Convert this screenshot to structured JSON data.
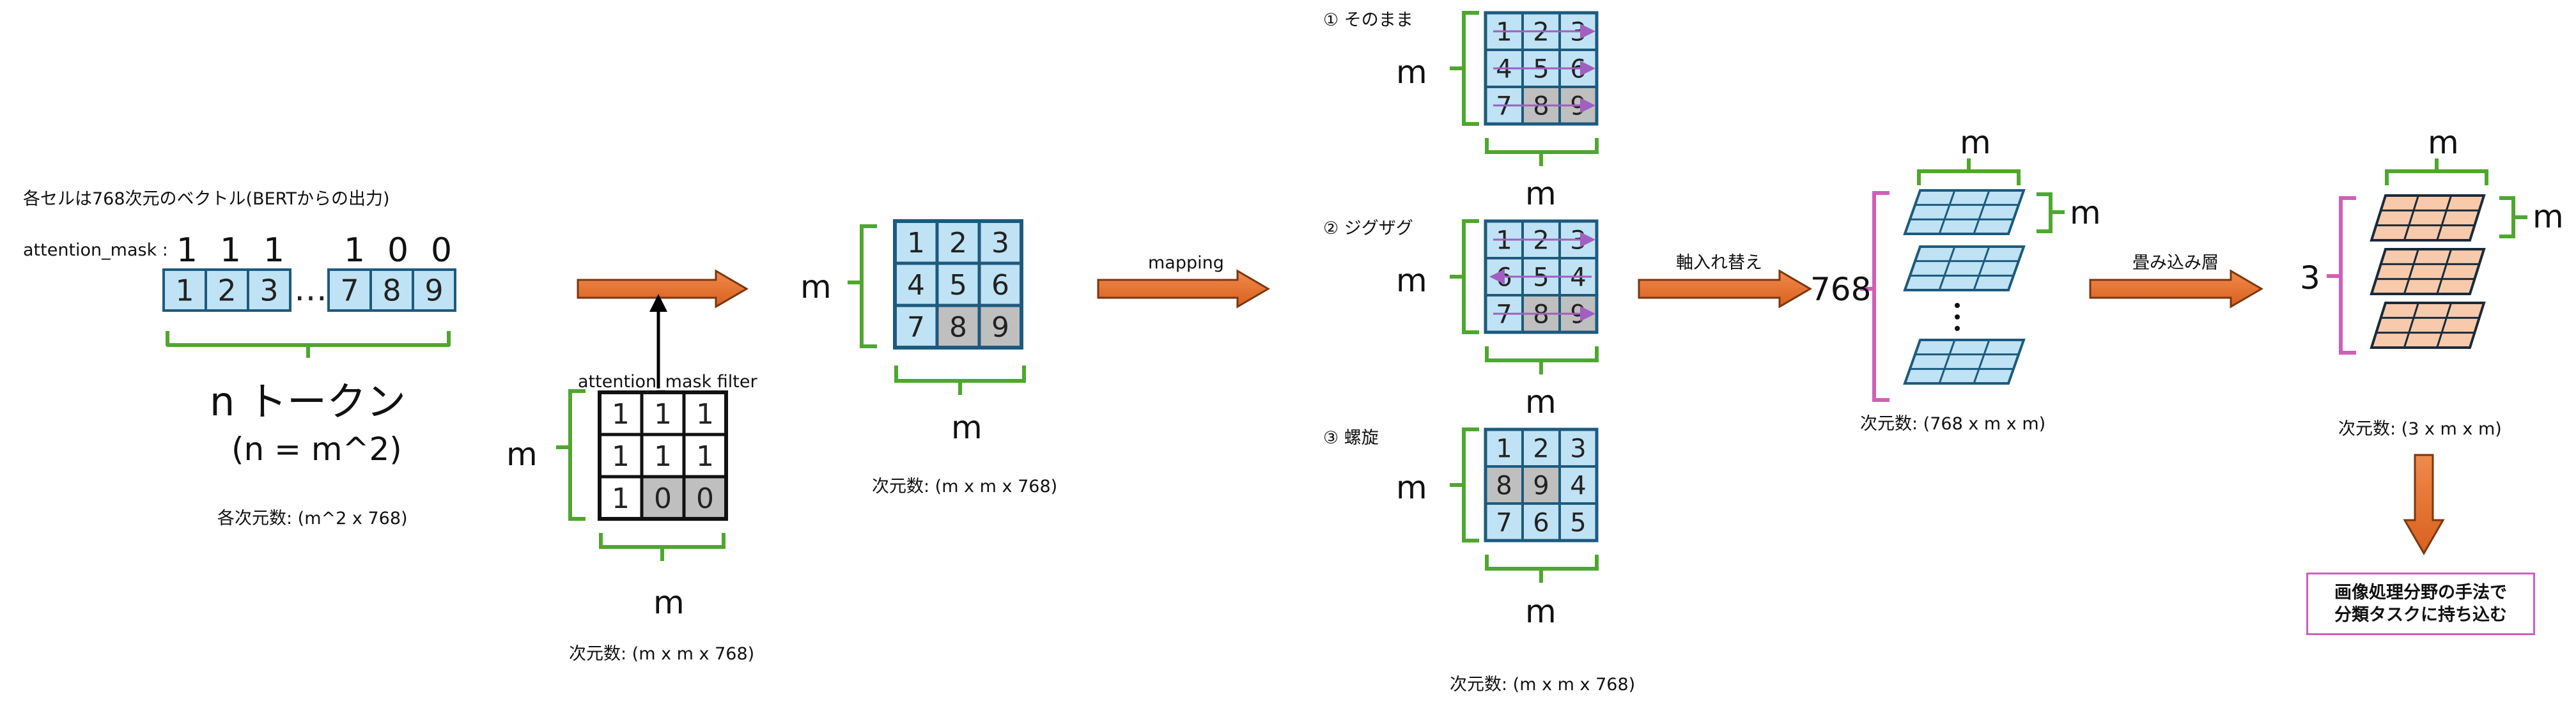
{
  "colors": {
    "cell_blue": "#bfe3f4",
    "cell_border": "#1d5a7e",
    "cell_masked": "#bfbfbf",
    "arrow_orange": "#e96f2c",
    "brace_green": "#4ea72e",
    "brace_pink": "#d05fb8",
    "plane_fill": "#bfe3f4",
    "plane_fill_conv": "#f7caac"
  },
  "left": {
    "caption": "各セルは768次元のベクトル(BERTからの出力)",
    "mask_label": "attention_mask :",
    "mask_values_left": [
      "1",
      "1",
      "1"
    ],
    "mask_values_right": [
      "1",
      "0",
      "0"
    ],
    "tokens_left": [
      "1",
      "2",
      "3"
    ],
    "ellipsis": "…",
    "tokens_right": [
      "7",
      "8",
      "9"
    ],
    "n_tokens": "n トークン",
    "n_eq": "(n = m^2)",
    "dims": "各次元数: (m^2 x 768)"
  },
  "filter": {
    "label": "attention_mask filter",
    "cells": [
      "1",
      "1",
      "1",
      "1",
      "1",
      "1",
      "1",
      "0",
      "0"
    ],
    "m_side": "m",
    "m_bottom": "m",
    "dims": "次元数: (m x m x 768)"
  },
  "grid_mid": {
    "cells": [
      "1",
      "2",
      "3",
      "4",
      "5",
      "6",
      "7",
      "8",
      "9"
    ],
    "m_side": "m",
    "m_bottom": "m",
    "dims": "次元数: (m x m x 768)"
  },
  "mapping": {
    "arrow_label": "mapping",
    "opt1_label": "① そのまま",
    "opt1_cells": [
      "1",
      "2",
      "3",
      "4",
      "5",
      "6",
      "7",
      "8",
      "9"
    ],
    "opt2_label": "② ジグザグ",
    "opt2_cells": [
      "1",
      "2",
      "3",
      "6",
      "5",
      "4",
      "7",
      "8",
      "9"
    ],
    "opt3_label": "③ 螺旋",
    "opt3_cells": [
      "1",
      "2",
      "3",
      "8",
      "9",
      "4",
      "7",
      "6",
      "5"
    ],
    "m": "m",
    "dims": "次元数: (m x m x 768)"
  },
  "transpose": {
    "arrow_label": "軸入れ替え",
    "depth": "768",
    "m_top": "m",
    "m_side": "m",
    "dims": "次元数: (768 x m x m)"
  },
  "conv": {
    "arrow_label": "畳み込み層",
    "depth": "3",
    "m_top": "m",
    "m_side": "m",
    "dims": "次元数: (3 x m x m)",
    "note_line1": "画像処理分野の手法で",
    "note_line2": "分類タスクに持ち込む"
  }
}
